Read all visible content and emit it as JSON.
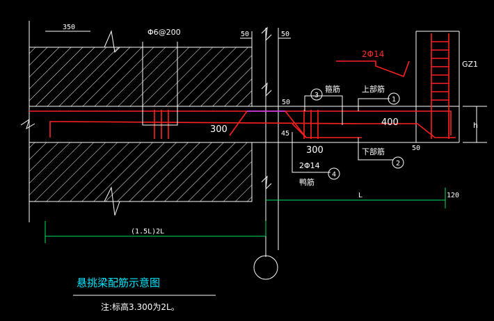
{
  "dims": {
    "d350": "350",
    "d50a": "50",
    "d50b": "50",
    "d50c": "50",
    "d50d": "50",
    "d300a": "300",
    "d300b": "300",
    "d400": "400",
    "d45": "45",
    "dL": "L",
    "d120": "120",
    "d15L": "(1.5L)2L",
    "dh": "h"
  },
  "labels": {
    "stirrup": "Φ6@200",
    "top_bar": "2Φ14",
    "gz1": "GZ1",
    "bar3": "箍筋",
    "bar3_num": "3",
    "bar1": "上部筋",
    "bar1_num": "1",
    "bar2": "下部筋",
    "bar2_num": "2",
    "bar4_size": "2Φ14",
    "bar4": "鸭筋",
    "bar4_num": "4"
  },
  "title": "悬挑梁配筋示意图",
  "note": "注:标高3.300为2L。",
  "colors": {
    "background": "#000000",
    "rebar": "#ff2020",
    "dimension": "#00e060",
    "title": "#00e5ff",
    "line": "#ffffff"
  }
}
